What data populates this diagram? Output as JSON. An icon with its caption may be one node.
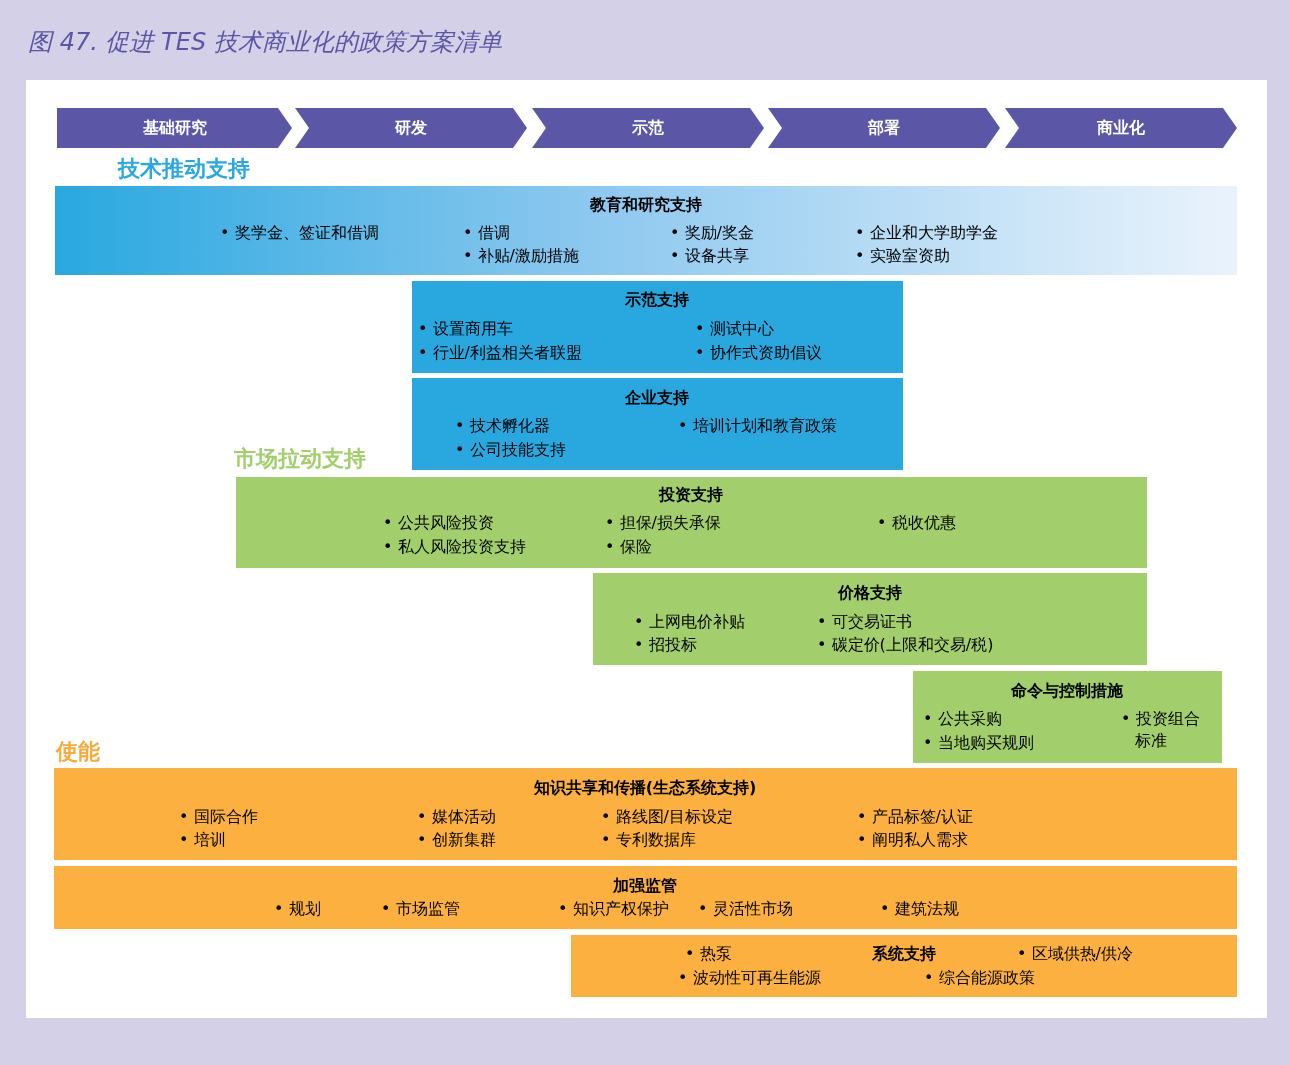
{
  "diagram": {
    "title": "图 47. 促进 TES 技术商业化的政策方案清单",
    "nodes": [
      {
        "text": [
          "基础研究"
        ]
      },
      {
        "text": [
          "研发"
        ]
      },
      {
        "text": [
          "示范"
        ]
      },
      {
        "text": [
          "部署"
        ]
      },
      {
        "text": [
          "商业化"
        ]
      },
      {
        "text": [
          "教育和研究支持",
          "• 奖学金、签证和借调",
          "• 借调",
          "• 补贴/激励措施",
          "• 奖励/奖金",
          "• 设备共享",
          "• 企业和大学助学金",
          "• 实验室资助"
        ]
      },
      {
        "text": [
          "示范支持",
          "• 设置商用车",
          "• 行业/利益相关者联盟",
          "• 测试中心",
          "• 协作式资助倡议"
        ]
      },
      {
        "text": [
          "企业支持",
          "• 技术孵化器",
          "• 公司技能支持",
          "• 培训计划和教育政策"
        ]
      },
      {
        "text": [
          "投资支持",
          "• 公共风险投资",
          "• 私人风险投资支持",
          "• 担保/损失承保",
          "• 保险",
          "• 税收优惠"
        ]
      },
      {
        "text": [
          "价格支持",
          "• 上网电价补贴",
          "• 招投标",
          "• 可交易证书",
          "• 碳定价(上限和交易/税)"
        ]
      },
      {
        "text": [
          "命令与控制措施",
          "• 公共采购",
          "• 当地购买规则",
          "• 投资组合标准"
        ]
      },
      {
        "text": [
          "知识共享和传播(生态系统支持)",
          "• 国际合作",
          "• 培训",
          "• 媒体活动",
          "• 创新集群",
          "• 路线图/目标设定",
          "• 专利数据库",
          "• 产品标签/认证",
          "• 阐明私人需求"
        ]
      },
      {
        "text": [
          "加强监管",
          "• 规划",
          "• 市场监管",
          "• 知识产权保护",
          "• 灵活性市场",
          "• 建筑法规"
        ]
      },
      {
        "text": [
          "系统支持",
          "• 热泵",
          "• 区域供热/供冷",
          "• 波动性可再生能源",
          "• 综合能源政策"
        ]
      }
    ],
    "labels": [
      "技术推动支持",
      "市场拉动支持",
      "使能"
    ]
  }
}
